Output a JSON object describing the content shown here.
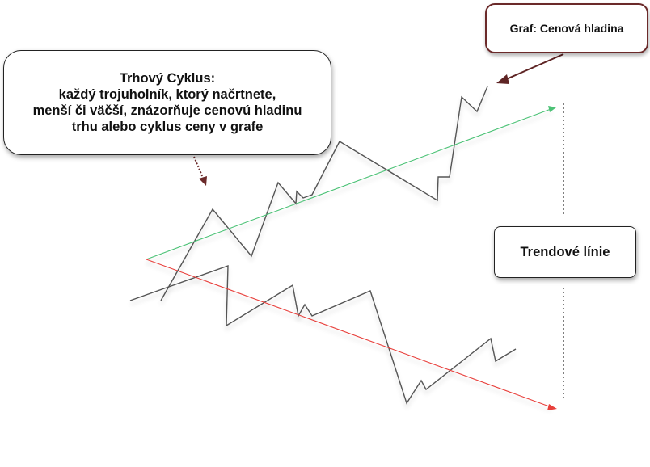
{
  "callouts": {
    "market_cycle": {
      "title": "Trhový Cyklus:",
      "lines": [
        "každý trojuholník, ktorý načrtnete,",
        "menší či väčší, znázorňuje cenovú hladinu",
        "trhu alebo cyklus ceny v grafe"
      ]
    },
    "graph_label": "Graf: Cenová hladina",
    "trend_lines": "Trendové línie"
  },
  "colors": {
    "upper_trend": "#4cc276",
    "lower_trend": "#e8413c",
    "price_line": "#555555",
    "graph_arrow": "#5e2424",
    "dotted_arrow": "#6b2a2a",
    "dotted_divider": "#555555"
  }
}
